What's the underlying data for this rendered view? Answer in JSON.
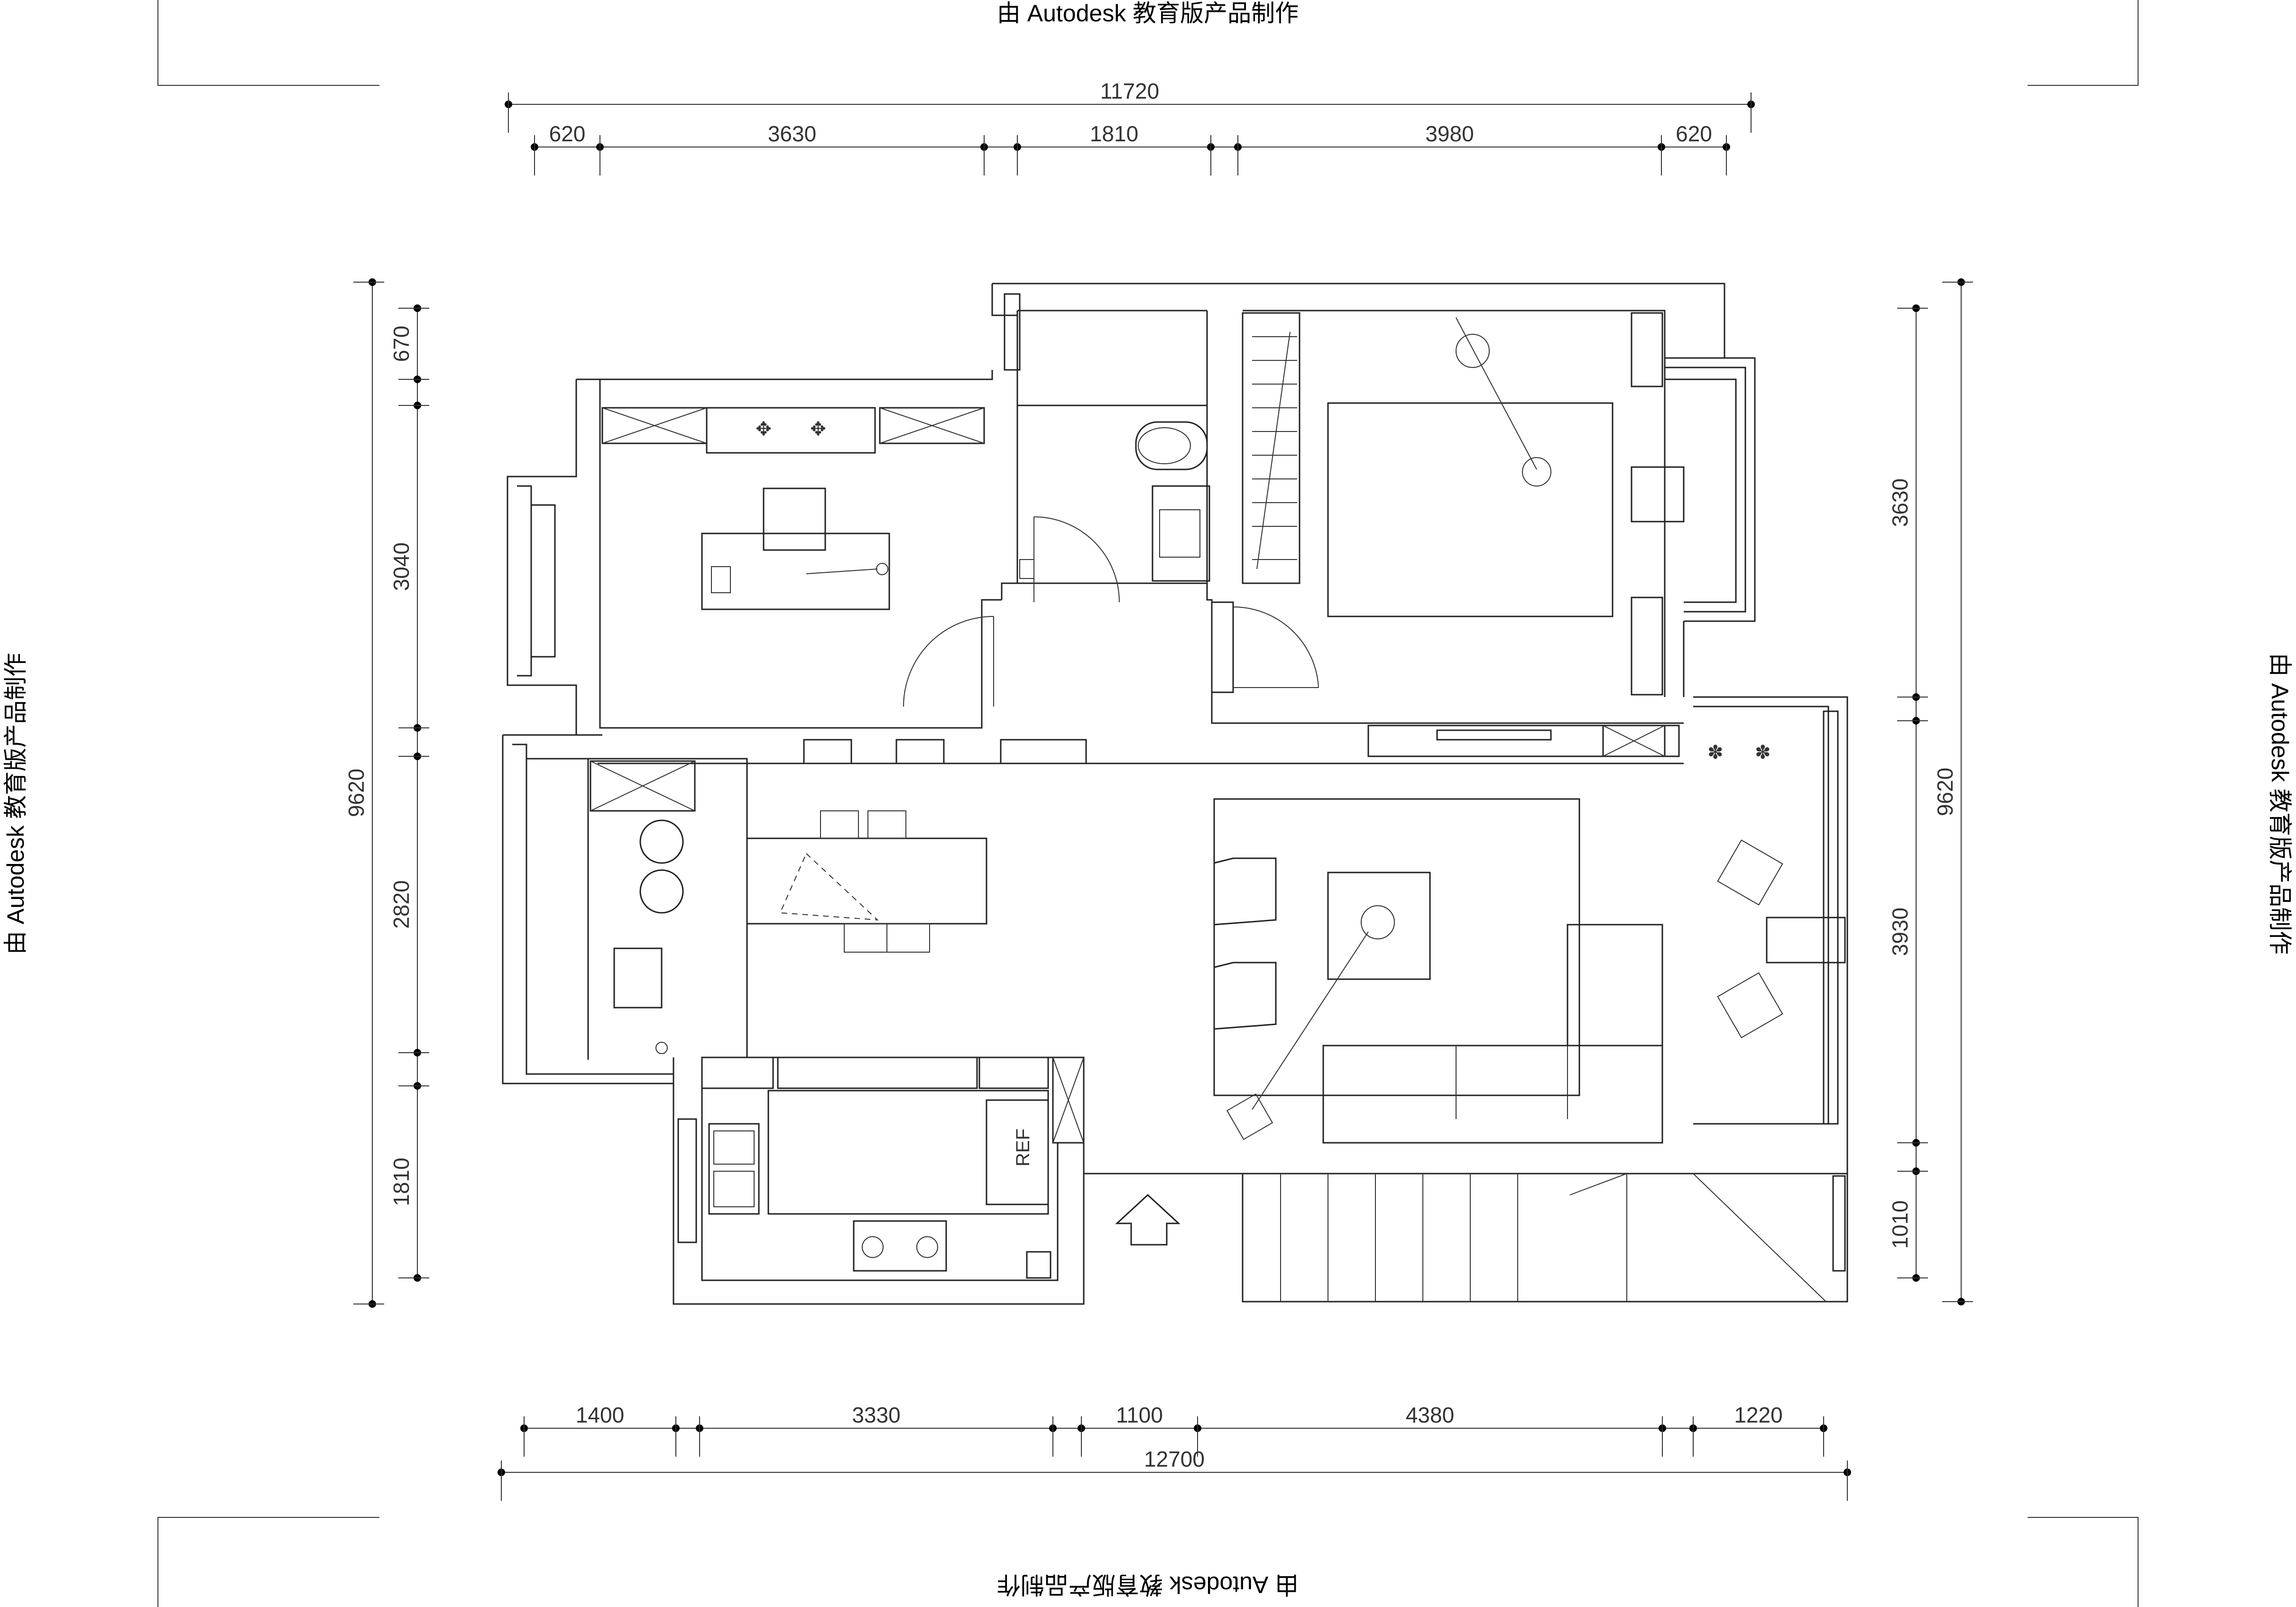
{
  "watermark": {
    "top": "由 Autodesk 教育版产品制作",
    "bottom": "由 Autodesk 教育版产品制作",
    "left": "由 Autodesk 教育版产品制作",
    "right": "由 Autodesk 教育版产品制作"
  },
  "dimensions": {
    "top_total": "11720",
    "top_segments": [
      "620",
      "3630",
      "1810",
      "3980",
      "620"
    ],
    "bottom_total": "12700",
    "bottom_segments": [
      "1400",
      "3330",
      "1100",
      "4380",
      "1220"
    ],
    "left_total": "9620",
    "left_segments": [
      "670",
      "3040",
      "2820",
      "1810"
    ],
    "right_total": "9620",
    "right_segments": [
      "3630",
      "3930",
      "1010"
    ]
  },
  "labels": {
    "fridge": "REF"
  }
}
